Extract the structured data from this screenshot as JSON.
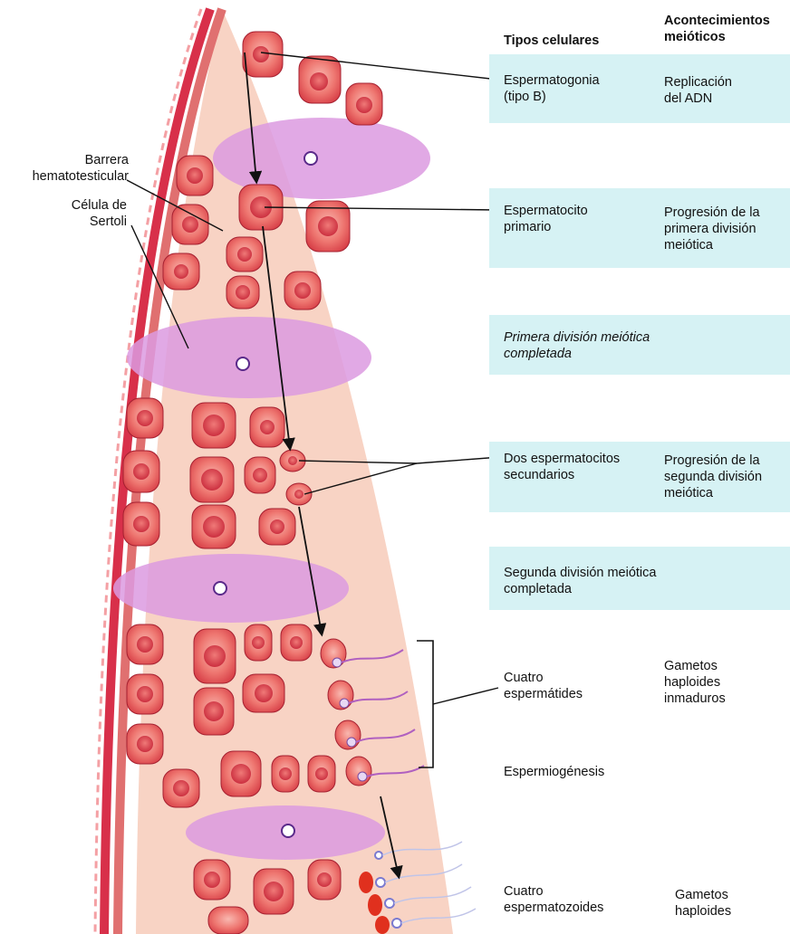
{
  "header": {
    "cell_types": "Tipos celulares",
    "meiotic_events": "Acontecimientos\nmeióticos"
  },
  "left_labels": {
    "blood_testis_barrier": "Barrera\nhematotesticular",
    "sertoli_cell": "Célula de\nSertoli"
  },
  "stages": [
    {
      "cell": "Espermatogonia\n(tipo B)",
      "event": "Replicación\ndel ADN"
    },
    {
      "cell": "Espermatocito\nprimario",
      "event": "Progresión de la\nprimera división\nmeiótica"
    },
    {
      "cell": "Primera división meiótica\ncompletada",
      "event": ""
    },
    {
      "cell": "Dos espermatocitos\nsecundarios",
      "event": "Progresión de la\nsegunda división\nmeiótica"
    },
    {
      "cell": "Segunda división meiótica\ncompletada",
      "event": ""
    },
    {
      "cell": "Cuatro\nespermátides",
      "event": "Gametos\nhaploides\ninmaduros"
    },
    {
      "cell": "Espermiogénesis",
      "event": ""
    },
    {
      "cell": "Cuatro\nespermatozoides",
      "event": "Gametos\nhaploides"
    }
  ],
  "colors": {
    "stage_box": "#d6f2f4",
    "tubule_background": "#f7d0c0",
    "germ_cell": "#e85a5a",
    "sertoli_cell": "#dc9ae0",
    "vessel": "#d8304a"
  }
}
